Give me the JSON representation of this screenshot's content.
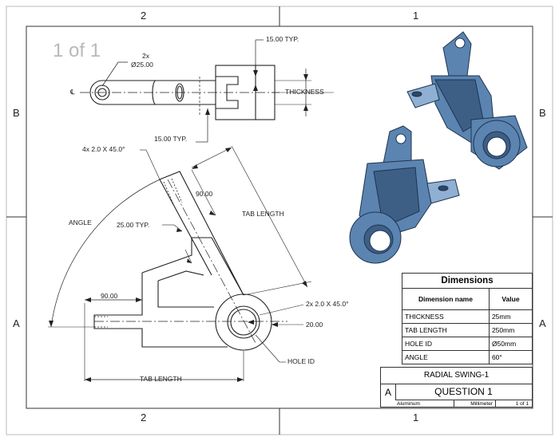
{
  "zones": {
    "top": [
      "2",
      "1"
    ],
    "bottom": [
      "2",
      "1"
    ],
    "left": [
      "B",
      "A"
    ],
    "right": [
      "B",
      "A"
    ]
  },
  "sheet_number": "1 of 1",
  "top_view": {
    "hole_count": "2x",
    "hole_diameter": "Ø25.00",
    "centerline_symbol": "℄",
    "typ_top": "15.00 TYP.",
    "thickness": "THICKNESS",
    "typ_bottom": "15.00 TYP."
  },
  "front_view": {
    "chamfer": "4x 2.0 X 45.0°",
    "angle": "ANGLE",
    "typ_25": "25.00 TYP.",
    "dim_90_vertical": "90.00",
    "tab_length_diag": "TAB LENGTH",
    "dim_90_horizontal": "90.00",
    "chamfer_hole": "2x 2.0 X 45.0°",
    "dim_20": "20.00",
    "hole_id": "HOLE ID",
    "tab_length_bottom": "TAB LENGTH"
  },
  "dimensions_table": {
    "title": "Dimensions",
    "headers": [
      "Dimension name",
      "Value"
    ],
    "rows": [
      {
        "name": "THICKNESS",
        "value": "25mm"
      },
      {
        "name": "TAB LENGTH",
        "value": "250mm"
      },
      {
        "name": "HOLE ID",
        "value": "Ø50mm"
      },
      {
        "name": "ANGLE",
        "value": "60°"
      }
    ]
  },
  "title_block": {
    "part_name": "RADIAL SWING-1",
    "revision": "A",
    "title": "QUESTION 1",
    "material": "Aluminum",
    "units": "Millimeter",
    "sheet": "1 of 1"
  },
  "colors": {
    "part_fill": "#5b84b1",
    "part_dark": "#3d5f86",
    "part_light": "#8fb0d3",
    "line": "#222222"
  }
}
